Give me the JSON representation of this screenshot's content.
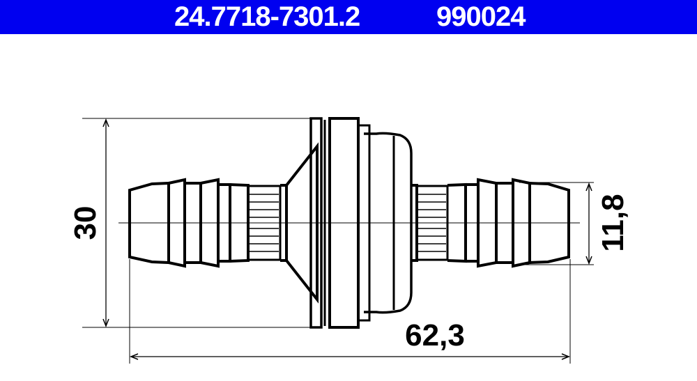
{
  "header": {
    "part_number": "24.7718-7301.2",
    "article_code": "990024",
    "background_color": "#0000f0"
  },
  "drawing": {
    "dimensions": {
      "height": "30",
      "length": "62,3",
      "hose_diameter": "11,8"
    }
  }
}
